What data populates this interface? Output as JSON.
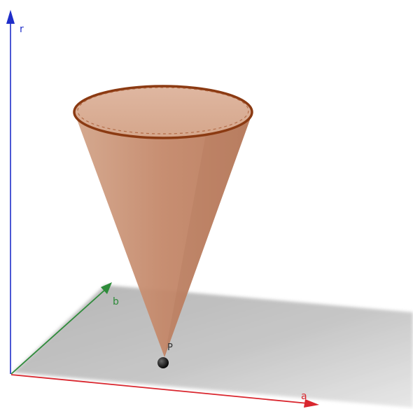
{
  "view": {
    "type": "3d-graphics",
    "axes": {
      "a": {
        "label": "a",
        "color": "#d9262e"
      },
      "b": {
        "label": "b",
        "color": "#2e8b3a"
      },
      "r": {
        "label": "r",
        "color": "#1f2ec9"
      }
    },
    "plane": {
      "color": "#8c8c8c"
    },
    "cone": {
      "fill_color": "#c98866",
      "rim_color": "#8b3a12"
    },
    "point": {
      "label": "P",
      "color": "#111111"
    }
  }
}
